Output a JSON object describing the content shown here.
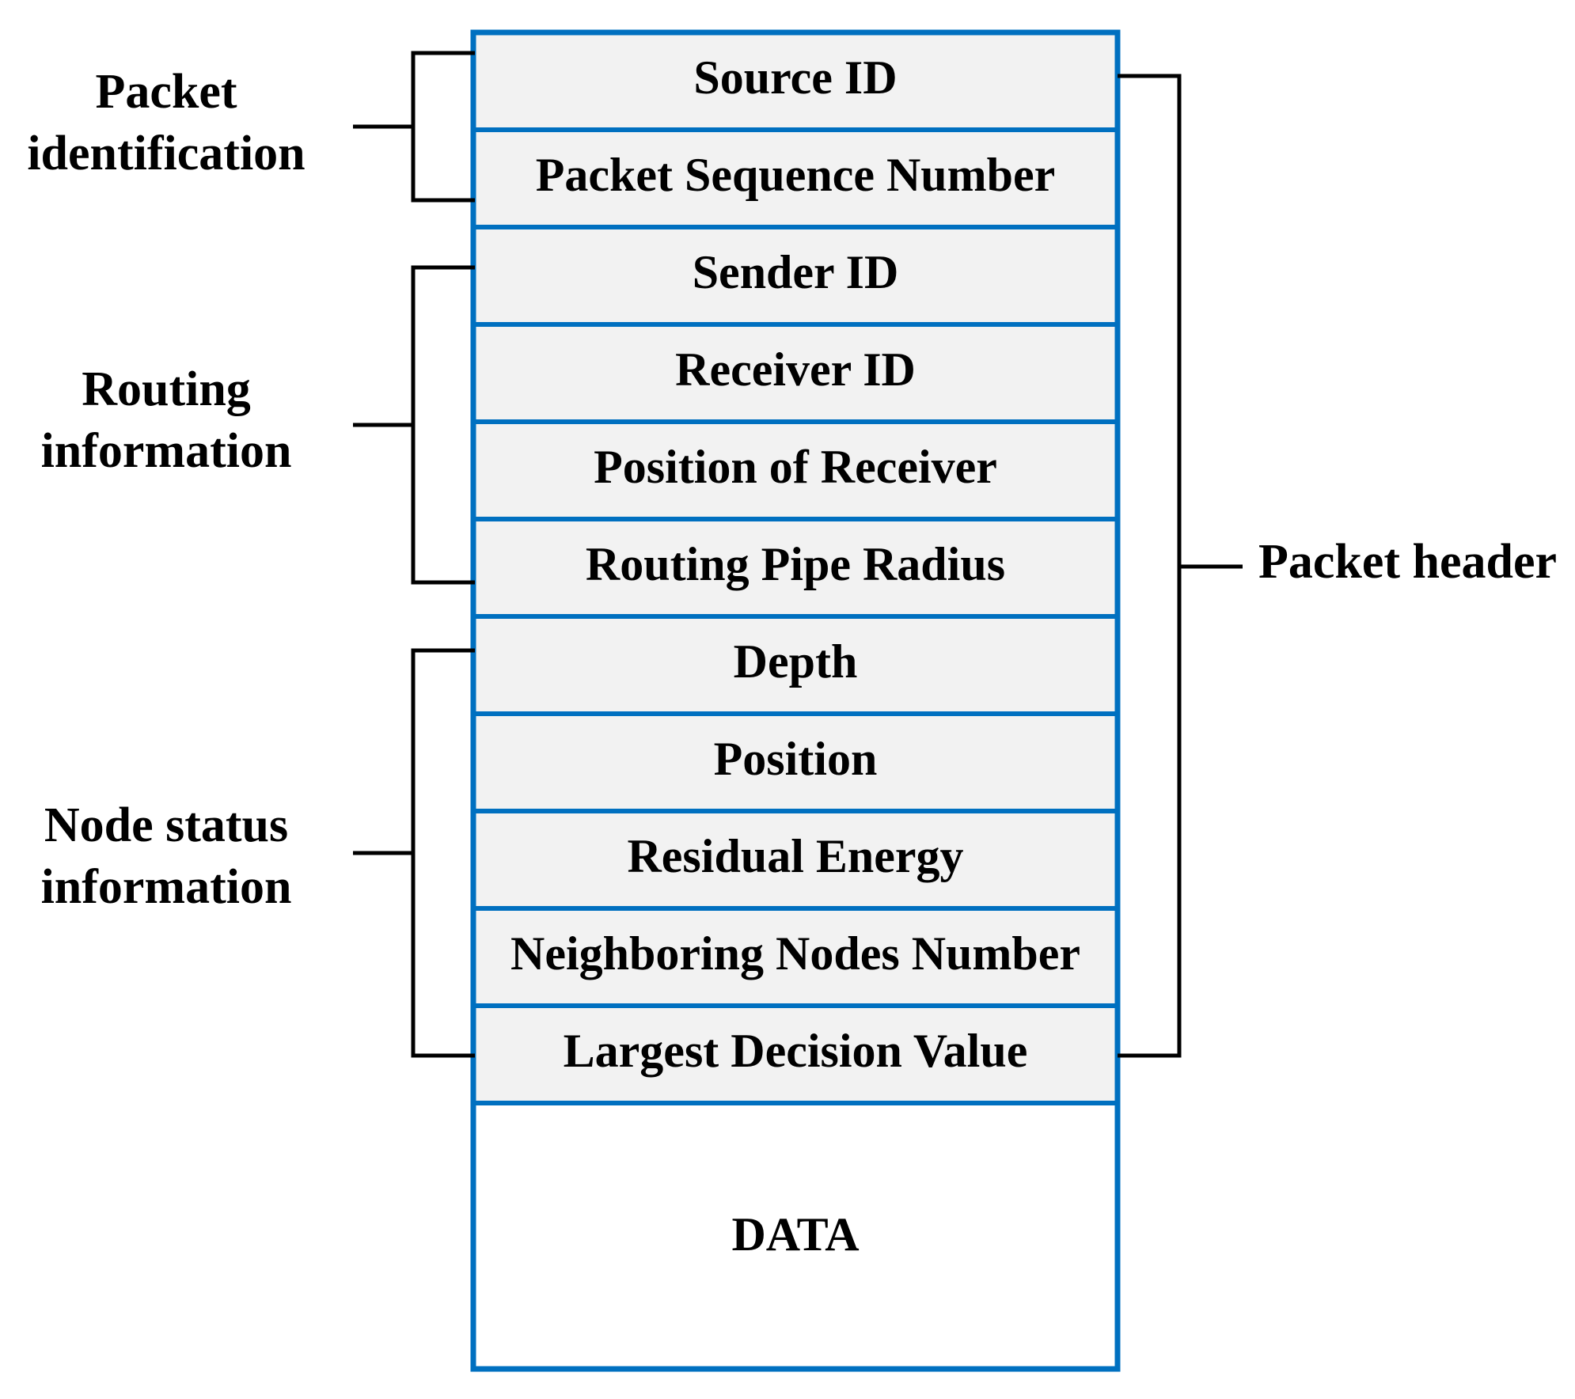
{
  "fields": [
    "Source ID",
    "Packet Sequence Number",
    "Sender ID",
    "Receiver ID",
    "Position of Receiver",
    "Routing Pipe Radius",
    "Depth",
    "Position",
    "Residual Energy",
    "Neighboring Nodes Number",
    "Largest Decision Value"
  ],
  "data_label": "DATA",
  "groups": [
    {
      "line1": "Packet",
      "line2": "identification"
    },
    {
      "line1": "Routing",
      "line2": "information"
    },
    {
      "line1": "Node status",
      "line2": "information"
    }
  ],
  "header_label": "Packet header",
  "colors": {
    "frame": "#0070c0",
    "field_fill": "#f2f2f2",
    "bracket": "#000000"
  }
}
